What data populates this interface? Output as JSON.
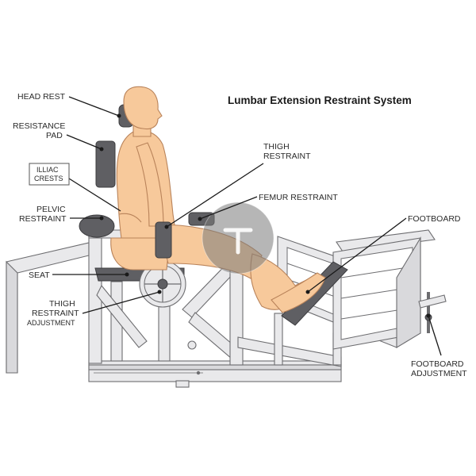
{
  "title": "Lumbar Extension Restraint System",
  "labels": {
    "head_rest": "HEAD REST",
    "resistance_pad_1": "RESISTANCE",
    "resistance_pad_2": "PAD",
    "iliac_crests_1": "ILLIAC",
    "iliac_crests_2": "CRESTS",
    "pelvic_restraint_1": "PELVIC",
    "pelvic_restraint_2": "RESTRAINT",
    "seat": "SEAT",
    "thigh_restraint_adj_1": "THIGH",
    "thigh_restraint_adj_2": "RESTRAINT",
    "thigh_restraint_adj_3": "ADJUSTMENT",
    "thigh_restraint_1": "THIGH",
    "thigh_restraint_2": "RESTRAINT",
    "femur_restraint": "FEMUR RESTRAINT",
    "footboard": "FOOTBOARD",
    "footboard_adjustment_1": "FOOTBOARD",
    "footboard_adjustment_2": "ADJUSTMENT"
  },
  "colors": {
    "skin": "#f7c99b",
    "frame": "#e9e9eb",
    "pad": "#5f5f63",
    "watermark": "#8a8a8a"
  },
  "icons": {
    "watermark": "logo-watermark"
  }
}
